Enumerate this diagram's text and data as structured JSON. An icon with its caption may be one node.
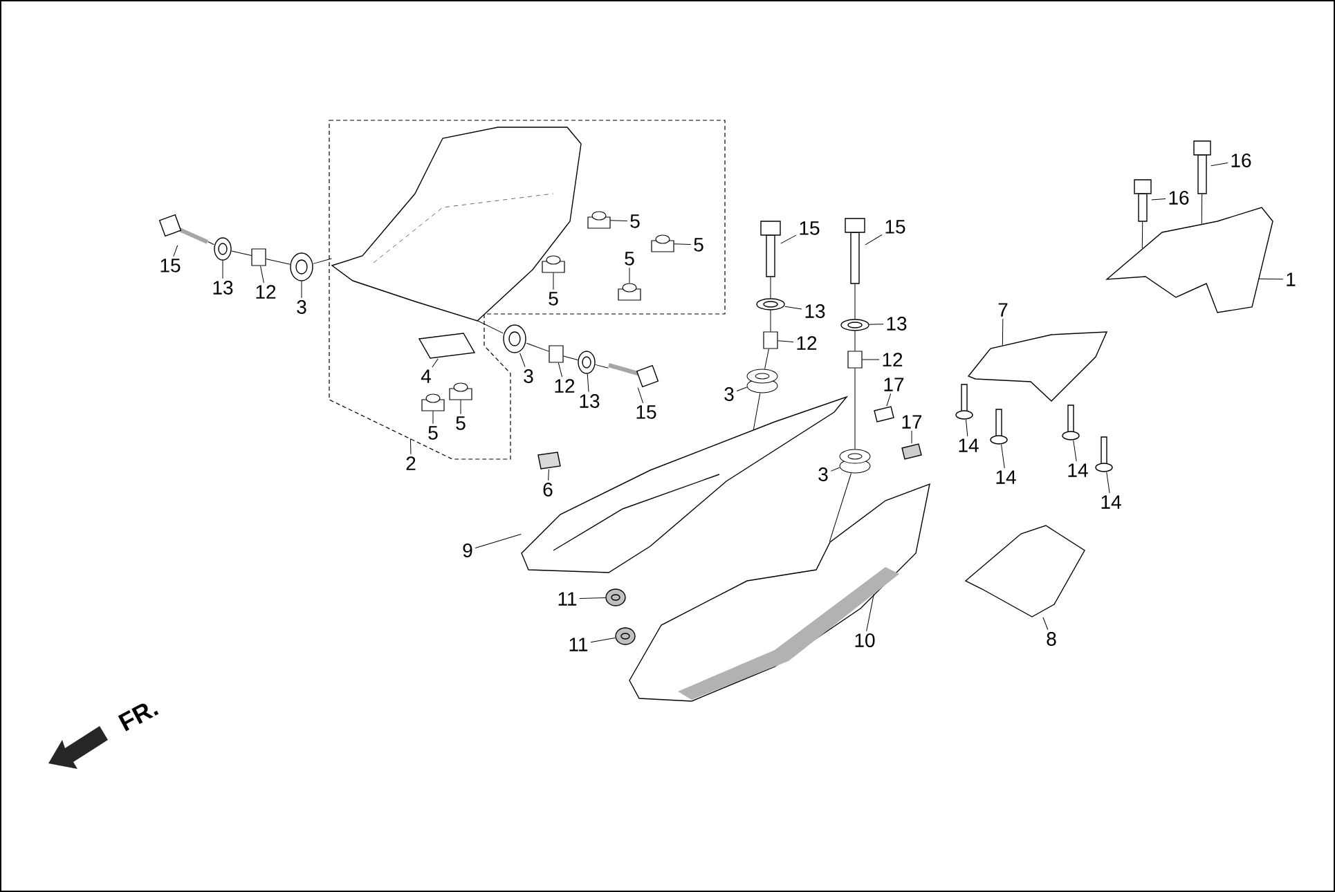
{
  "diagram": {
    "nodes": [
      {
        "text": [],
        "shape": "box"
      },
      {
        "text": [
          "16"
        ]
      },
      {
        "text": [
          "16"
        ]
      },
      {
        "text": [
          "5"
        ],
        "in": 0
      },
      {
        "text": [
          "15"
        ]
      },
      {
        "text": [
          "15"
        ]
      },
      {
        "text": [
          "5"
        ],
        "in": 0
      },
      {
        "text": [
          "5"
        ],
        "in": 0
      },
      {
        "text": [
          "15"
        ]
      },
      {
        "text": [
          "1"
        ]
      },
      {
        "text": [
          "13"
        ]
      },
      {
        "text": [
          "12"
        ]
      },
      {
        "text": [
          "5"
        ],
        "in": 0
      },
      {
        "text": [
          "3"
        ]
      },
      {
        "text": [
          "13"
        ]
      },
      {
        "text": [
          "7"
        ]
      },
      {
        "text": [
          "13"
        ]
      },
      {
        "text": [
          "12"
        ]
      },
      {
        "text": [
          "12"
        ]
      },
      {
        "text": [
          "3"
        ]
      },
      {
        "text": [
          "4"
        ],
        "in": 0
      },
      {
        "text": [
          "12"
        ]
      },
      {
        "text": [
          "17"
        ]
      },
      {
        "text": [
          "3"
        ]
      },
      {
        "text": [
          "13"
        ]
      },
      {
        "text": [
          "15"
        ]
      },
      {
        "text": [
          "5"
        ],
        "in": 0
      },
      {
        "text": [
          "17"
        ]
      },
      {
        "text": [
          "5"
        ],
        "in": 0
      },
      {
        "text": [
          "14"
        ]
      },
      {
        "text": [
          "2"
        ]
      },
      {
        "text": [
          "3"
        ]
      },
      {
        "text": [
          "14"
        ]
      },
      {
        "text": [
          "14"
        ]
      },
      {
        "text": [
          "6"
        ]
      },
      {
        "text": [
          "14"
        ]
      },
      {
        "text": [
          "9"
        ]
      },
      {
        "text": [
          "11"
        ]
      },
      {
        "text": [
          "8"
        ]
      },
      {
        "text": [
          "10"
        ]
      },
      {
        "text": [
          "11"
        ]
      },
      {
        "text": [],
        "shape": "picture",
        "in": 0
      },
      {
        "text": [],
        "shape": "picture"
      },
      {
        "text": [],
        "shape": "picture"
      },
      {
        "text": [],
        "shape": "box",
        "in": 0
      },
      {
        "text": [],
        "shape": "picture"
      },
      {
        "text": [],
        "shape": "picture"
      },
      {
        "text": [],
        "shape": "box",
        "in": 0
      },
      {
        "text": [],
        "shape": "box",
        "in": 0
      },
      {
        "text": [],
        "shape": "picture"
      },
      {
        "text": [],
        "shape": "picture"
      },
      {
        "text": [],
        "shape": "picture"
      },
      {
        "text": [],
        "shape": "box"
      },
      {
        "text": [],
        "shape": "box",
        "in": 0
      },
      {
        "text": [],
        "shape": "picture"
      },
      {
        "text": [],
        "shape": "picture"
      },
      {
        "text": [],
        "shape": "picture"
      },
      {
        "text": [],
        "shape": "picture"
      },
      {
        "text": [],
        "shape": "box"
      },
      {
        "text": [],
        "shape": "box"
      },
      {
        "text": [],
        "shape": "picture"
      },
      {
        "text": [],
        "shape": "picture",
        "in": 0
      },
      {
        "text": [],
        "shape": "box"
      },
      {
        "text": [],
        "shape": "picture"
      },
      {
        "text": [],
        "shape": "circle"
      },
      {
        "text": [],
        "shape": "picture"
      },
      {
        "text": [],
        "shape": "picture"
      },
      {
        "text": [],
        "shape": "box",
        "in": 0
      },
      {
        "text": [],
        "shape": "picture"
      },
      {
        "text": [],
        "shape": "box",
        "in": 0
      },
      {
        "text": [],
        "shape": "picture"
      },
      {
        "text": [],
        "shape": "circle"
      },
      {
        "text": [],
        "shape": "picture"
      },
      {
        "text": [],
        "shape": "picture"
      },
      {
        "text": [],
        "shape": "picture"
      },
      {
        "text": [],
        "shape": "picture"
      },
      {
        "text": [],
        "shape": "picture"
      },
      {
        "text": [],
        "shape": "picture"
      },
      {
        "text": [],
        "shape": "picture"
      },
      {
        "text": [],
        "shape": "picture"
      },
      {
        "text": [],
        "shape": "picture"
      }
    ],
    "edges": [
      {
        "from": 1,
        "to": 42,
        "arrow": "none"
      },
      {
        "from": 2,
        "to": 43,
        "arrow": "none"
      },
      {
        "from": 3,
        "to": 44,
        "arrow": "none"
      },
      {
        "from": 4,
        "to": 45,
        "arrow": "none"
      },
      {
        "from": 5,
        "to": 46,
        "arrow": "none"
      },
      {
        "from": 6,
        "to": 47,
        "arrow": "none"
      },
      {
        "from": 7,
        "to": 48,
        "arrow": "none"
      },
      {
        "from": 8,
        "to": 49,
        "arrow": "none"
      },
      {
        "from": 9,
        "to": 50,
        "arrow": "none"
      },
      {
        "from": 10,
        "to": 51,
        "arrow": "none"
      },
      {
        "from": 11,
        "to": 52,
        "arrow": "none"
      },
      {
        "from": 12,
        "to": 53,
        "arrow": "none"
      },
      {
        "from": 13,
        "to": 54,
        "arrow": "none"
      },
      {
        "from": 14,
        "to": 55,
        "arrow": "none"
      },
      {
        "from": 15,
        "to": 56,
        "arrow": "none"
      },
      {
        "from": 16,
        "to": 57,
        "arrow": "none"
      },
      {
        "from": 17,
        "to": 58,
        "arrow": "none"
      },
      {
        "from": 18,
        "to": 59,
        "arrow": "none"
      },
      {
        "from": 19,
        "to": 60,
        "arrow": "none"
      },
      {
        "from": 20,
        "to": 61,
        "arrow": "none"
      },
      {
        "from": 21,
        "to": 62,
        "arrow": "none"
      },
      {
        "from": 22,
        "to": 63,
        "arrow": "none"
      },
      {
        "from": 23,
        "to": 64,
        "arrow": "none"
      },
      {
        "from": 24,
        "to": 65,
        "arrow": "none"
      },
      {
        "from": 25,
        "to": 66,
        "arrow": "none"
      },
      {
        "from": 26,
        "to": 67,
        "arrow": "none"
      },
      {
        "from": 27,
        "to": 68,
        "arrow": "none"
      },
      {
        "from": 28,
        "to": 69,
        "arrow": "none"
      },
      {
        "from": 29,
        "to": 70,
        "arrow": "none"
      },
      {
        "from": 30,
        "to": 0,
        "arrow": "none"
      },
      {
        "from": 31,
        "to": 71,
        "arrow": "none"
      },
      {
        "from": 32,
        "to": 72,
        "arrow": "none"
      },
      {
        "from": 33,
        "to": 73,
        "arrow": "none"
      },
      {
        "from": 34,
        "to": 74,
        "arrow": "none"
      },
      {
        "from": 35,
        "to": 75,
        "arrow": "none"
      },
      {
        "from": 36,
        "to": 76,
        "arrow": "none"
      },
      {
        "from": 37,
        "to": 77,
        "arrow": "none"
      },
      {
        "from": 38,
        "to": 78,
        "arrow": "none"
      },
      {
        "from": 39,
        "to": 79,
        "arrow": "none"
      },
      {
        "from": 40,
        "to": 80,
        "arrow": "none"
      },
      {
        "from": 49,
        "to": 51,
        "arrow": "none"
      },
      {
        "from": 51,
        "to": 52,
        "arrow": "none"
      },
      {
        "from": 52,
        "to": 54,
        "arrow": "none"
      },
      {
        "from": 54,
        "to": 41,
        "arrow": "none"
      },
      {
        "from": 41,
        "to": 60,
        "arrow": "none"
      },
      {
        "from": 60,
        "to": 62,
        "arrow": "none"
      },
      {
        "from": 62,
        "to": 65,
        "arrow": "none"
      },
      {
        "from": 65,
        "to": 66,
        "arrow": "none"
      },
      {
        "from": 45,
        "to": 55,
        "arrow": "none"
      },
      {
        "from": 55,
        "to": 58,
        "arrow": "none"
      },
      {
        "from": 58,
        "to": 64,
        "arrow": "none"
      },
      {
        "from": 64,
        "to": 76,
        "arrow": "none"
      },
      {
        "from": 46,
        "to": 57,
        "arrow": "none"
      },
      {
        "from": 57,
        "to": 59,
        "arrow": "none"
      },
      {
        "from": 59,
        "to": 71,
        "arrow": "none"
      },
      {
        "from": 71,
        "to": 79,
        "arrow": "none"
      },
      {
        "from": 42,
        "to": 50,
        "arrow": "none"
      },
      {
        "from": 43,
        "to": 50,
        "arrow": "none"
      }
    ],
    "labels": [
      "FR."
    ]
  }
}
